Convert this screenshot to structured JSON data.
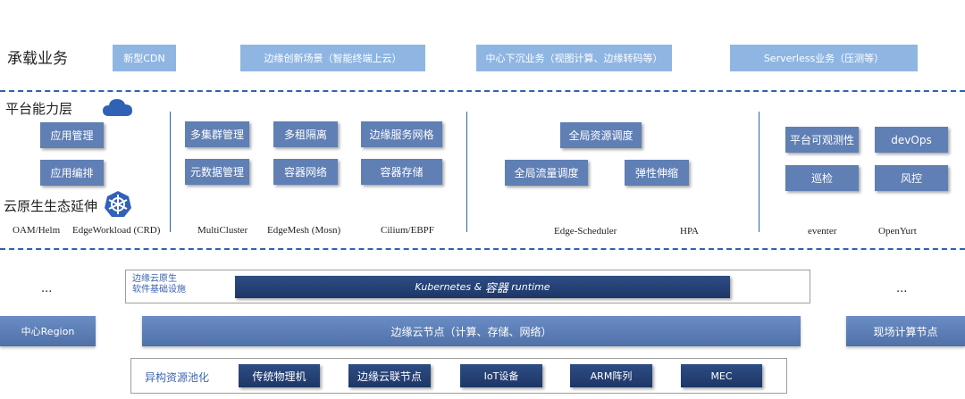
{
  "business": {
    "title": "承载业务",
    "items": [
      "新型CDN",
      "边缘创新场景（智能终端上云）",
      "中心下沉业务（视图计算、边缘转码等）",
      "Serverless业务（压测等）"
    ]
  },
  "platform": {
    "title": "平台能力层",
    "left_items": [
      "应用管理",
      "应用编排"
    ],
    "ecosystem_title": "云原生生态延伸",
    "ecosystem_labels": [
      "OAM/Helm",
      "EdgeWorkload (CRD)"
    ],
    "group1": {
      "items": [
        "多集群管理",
        "多租隔离",
        "边缘服务网格",
        "元数据管理",
        "容器网络",
        "容器存储"
      ],
      "labels": [
        "MultiCluster",
        "EdgeMesh (Mosn)",
        "Cilium/EBPF"
      ]
    },
    "group2": {
      "items": [
        "全局资源调度",
        "全局流量调度",
        "弹性伸缩"
      ],
      "labels": [
        "Edge-Scheduler",
        "HPA"
      ]
    },
    "group3": {
      "items": [
        "平台可观测性",
        "devOps",
        "巡检",
        "风控"
      ],
      "labels": [
        "eventer",
        "OpenYurt"
      ]
    }
  },
  "infra": {
    "ellipsis_left": "...",
    "ellipsis_right": "...",
    "frame_label_line1": "边缘云原生",
    "frame_label_line2": "软件基础设施",
    "runtime_prefix": "Kubernetes & ",
    "runtime_mid": "容器",
    "runtime_suffix": " runtime",
    "center_region": "中心Region",
    "edge_nodes": "边缘云节点（计算、存储、网络）",
    "field_nodes": "现场计算节点",
    "pool_label": "异构资源池化",
    "pool_items": [
      "传统物理机",
      "边缘云联节点",
      "IoT设备",
      "ARM阵列",
      "MEC"
    ]
  },
  "colors": {
    "divider": "#2d62b3",
    "light_box": "#8fb6e3",
    "mid_box": "#5f7fb5",
    "dark_box": "#1d3666"
  },
  "icons": {
    "platform": "cloud-icon",
    "ecosystem": "kubernetes-wheel-icon"
  }
}
